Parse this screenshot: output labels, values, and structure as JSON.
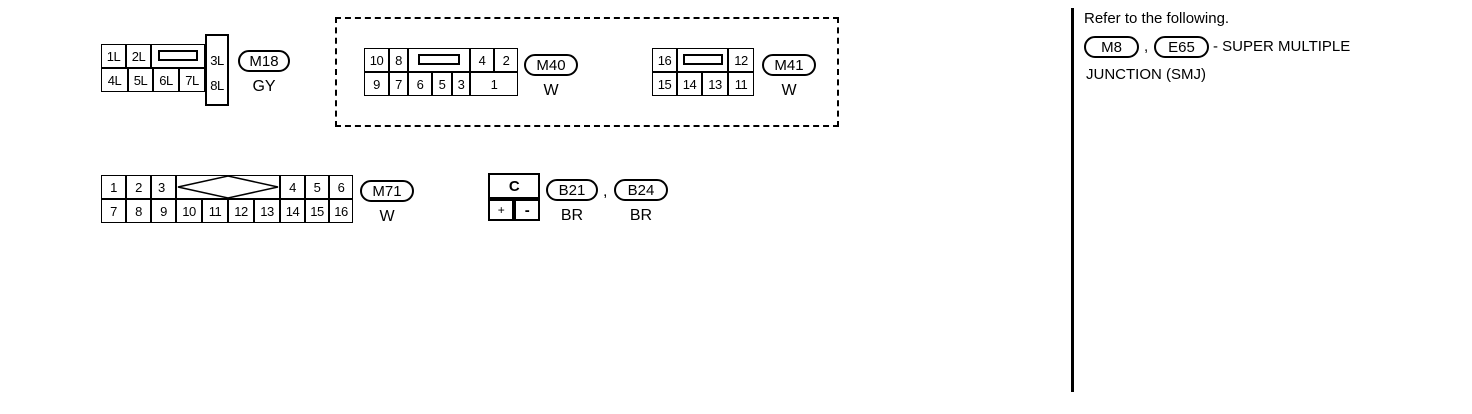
{
  "m18": {
    "pins": [
      "1L",
      "2L",
      "3L",
      "4L",
      "5L",
      "6L",
      "7L",
      "8L"
    ],
    "id": "M18",
    "color": "GY"
  },
  "m40": {
    "pins": [
      "10",
      "8",
      "4",
      "2",
      "9",
      "7",
      "6",
      "5",
      "3",
      "1"
    ],
    "id": "M40",
    "color": "W"
  },
  "m41": {
    "pins": [
      "16",
      "12",
      "15",
      "14",
      "13",
      "11"
    ],
    "id": "M41",
    "color": "W"
  },
  "m71": {
    "pins": [
      "1",
      "2",
      "3",
      "4",
      "5",
      "6",
      "7",
      "8",
      "9",
      "10",
      "11",
      "12",
      "13",
      "14",
      "15",
      "16"
    ],
    "id": "M71",
    "color": "W"
  },
  "b21_b24": {
    "pins": [
      "C",
      "+",
      "-"
    ],
    "ids": [
      "B21",
      "B24"
    ],
    "colors": [
      "BR",
      "BR"
    ],
    "separator": ","
  },
  "note": {
    "line1": "Refer to the following.",
    "ids": [
      "M8",
      "E65"
    ],
    "separator": ",",
    "line2_suffix": "- SUPER MULTIPLE",
    "line3": "JUNCTION (SMJ)"
  }
}
